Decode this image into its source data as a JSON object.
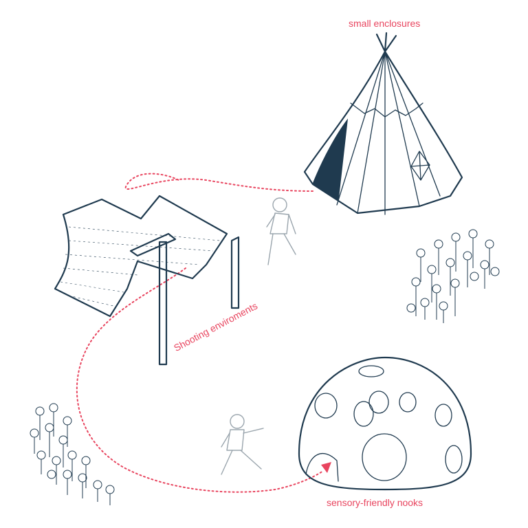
{
  "labels": {
    "enclosures": "small enclosures",
    "shooting": "Shooting enviroments",
    "nooks": "sensory-friendly nooks"
  },
  "colors": {
    "accent": "#e8445e",
    "ink": "#1f3a4f",
    "figure": "#9aa5ad"
  },
  "icons": [
    "teepee-icon",
    "shade-canopy-icon",
    "dome-icon",
    "child-figure-icon",
    "flower-bush-icon"
  ]
}
